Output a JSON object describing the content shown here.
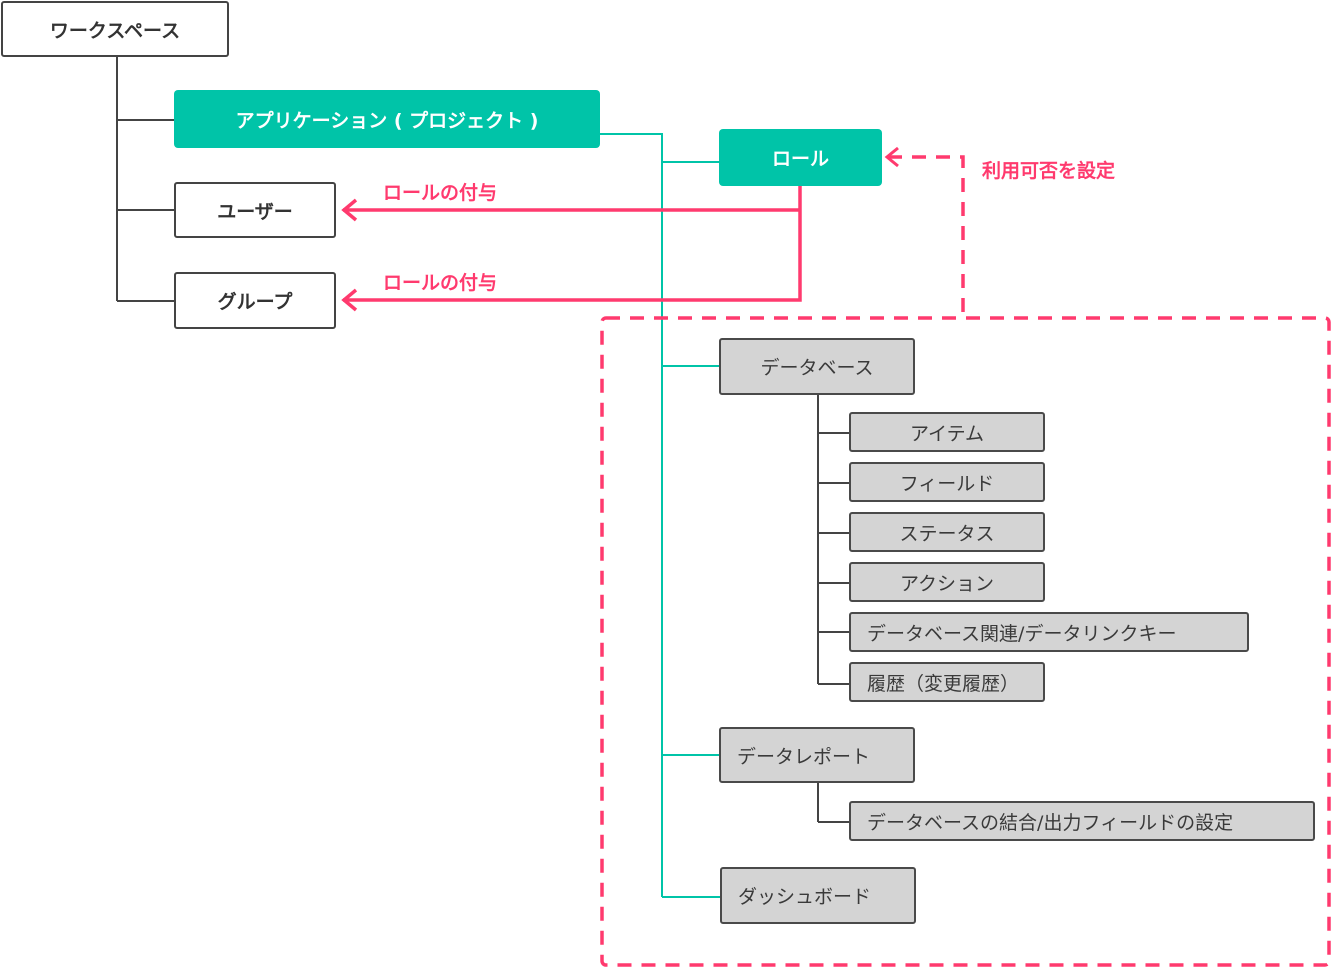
{
  "nodes": {
    "workspace": "ワークスペース",
    "application": "アプリケーション ( プロジェクト )",
    "user": "ユーザー",
    "group": "グループ",
    "role": "ロール",
    "database": "データベース",
    "item": "アイテム",
    "field": "フィールド",
    "status": "ステータス",
    "action": "アクション",
    "db_relation": "データベース関連/データリンクキー",
    "history": "履歴（変更履歴）",
    "data_report": "データレポート",
    "db_join": "データベースの結合/出力フィールドの設定",
    "dashboard": "ダッシュボード"
  },
  "labels": {
    "assign_role_user": "ロールの付与",
    "assign_role_group": "ロールの付与",
    "set_availability": "利用可否を設定"
  },
  "colors": {
    "teal": "#00c4a8",
    "pink": "#ff3a6e",
    "dark_line": "#444444",
    "gray_fill": "#d4d4d4"
  }
}
